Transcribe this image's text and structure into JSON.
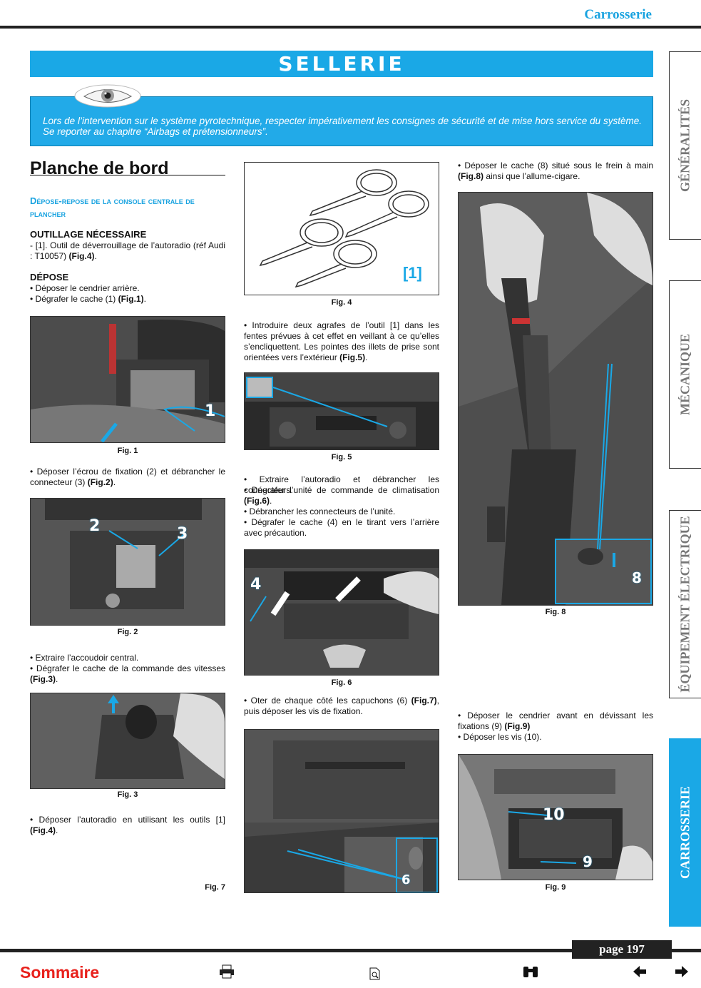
{
  "header": {
    "section": "Carrosserie"
  },
  "banner": {
    "title": "SELLERIE"
  },
  "warning": {
    "text": "Lors de l’intervention sur le système pyrotechnique, respecter impérativement les consignes de sécurité et de mise hors service du système. Se reporter au chapitre “Airbags et prétensionneurs”."
  },
  "side_tabs": [
    "GÉNÉRALITÉS",
    "MÉCANIQUE",
    "ÉQUIPEMENT ÉLECTRIQUE",
    "CARROSSERIE"
  ],
  "section_title": "Planche de bord",
  "subsection_title": "Dépose-repose de la console centrale de plancher",
  "col1": {
    "tools_head": "OUTILLAGE NÉCESSAIRE",
    "tools_text": "- [1]. Outil de déverrouillage de l’autoradio (réf Audi : T10057)",
    "tools_ref": "(Fig.4)",
    "depose_head": "DÉPOSE",
    "step1": "• Déposer le cendrier arrière.",
    "step2": "• Dégrafer le cache (1)",
    "step2_ref": "(Fig.1)",
    "fig1": "Fig. 1",
    "step3": "• Déposer l’écrou de fixation (2) et débrancher le connecteur (3)",
    "step3_ref": "(Fig.2)",
    "fig2": "Fig. 2",
    "step4": "• Extraire l’accoudoir central.",
    "step5": "• Dégrafer le cache de la commande des vitesses",
    "step5_ref": "(Fig.3)",
    "fig3": "Fig. 3",
    "step6": "• Déposer l’autoradio en utilisant les outils [1]",
    "step6_ref": "(Fig.4)",
    "fig7": "Fig. 7"
  },
  "col2": {
    "fig4": "Fig. 4",
    "fig4_label": "[1]",
    "step1": "• Introduire deux agrafes de l’outil [1] dans les fentes prévues à cet effet en veillant à ce qu’elles s’encliquettent. Les pointes des illets de prise sont orientées vers l’extérieur",
    "step1_ref": "(Fig.5)",
    "fig5": "Fig. 5",
    "step2": "• Extraire l’autoradio et débrancher les connecteurs.",
    "step3": "• Dégrafer l’unité de commande de climatisation",
    "step3_ref": "(Fig.6)",
    "step4": "• Débrancher les connecteurs de l’unité.",
    "step5": "• Dégrafer le cache (4) en le tirant vers l’arrière avec précaution.",
    "fig6": "Fig. 6",
    "step6": "• Oter de chaque côté les capuchons (6)",
    "step6_ref": "(Fig.7)",
    "step6_tail": ", puis déposer les vis de fixation."
  },
  "col3": {
    "step1": "• Déposer le cache (8) situé sous le frein à main",
    "step1_ref": "(Fig.8)",
    "step1_tail": " ainsi que l’allume-cigare.",
    "fig8": "Fig. 8",
    "step2": "• Déposer le cendrier avant en dévissant les fixations (9)",
    "step2_ref": "(Fig.9)",
    "step3": "• Déposer les vis (10).",
    "fig9": "Fig. 9"
  },
  "callouts": {
    "c1": "1",
    "c2": "2",
    "c3": "3",
    "c4": "4",
    "c6": "6",
    "c8": "8",
    "c9": "9",
    "c10": "10"
  },
  "footer": {
    "page": "page 197",
    "sommaire": "Sommaire"
  },
  "colors": {
    "accent": "#1aa8e6",
    "sommaire": "#e8211c"
  },
  "icons": [
    "printer-icon",
    "document-search-icon",
    "binoculars-icon",
    "arrow-left-icon",
    "arrow-right-icon"
  ]
}
